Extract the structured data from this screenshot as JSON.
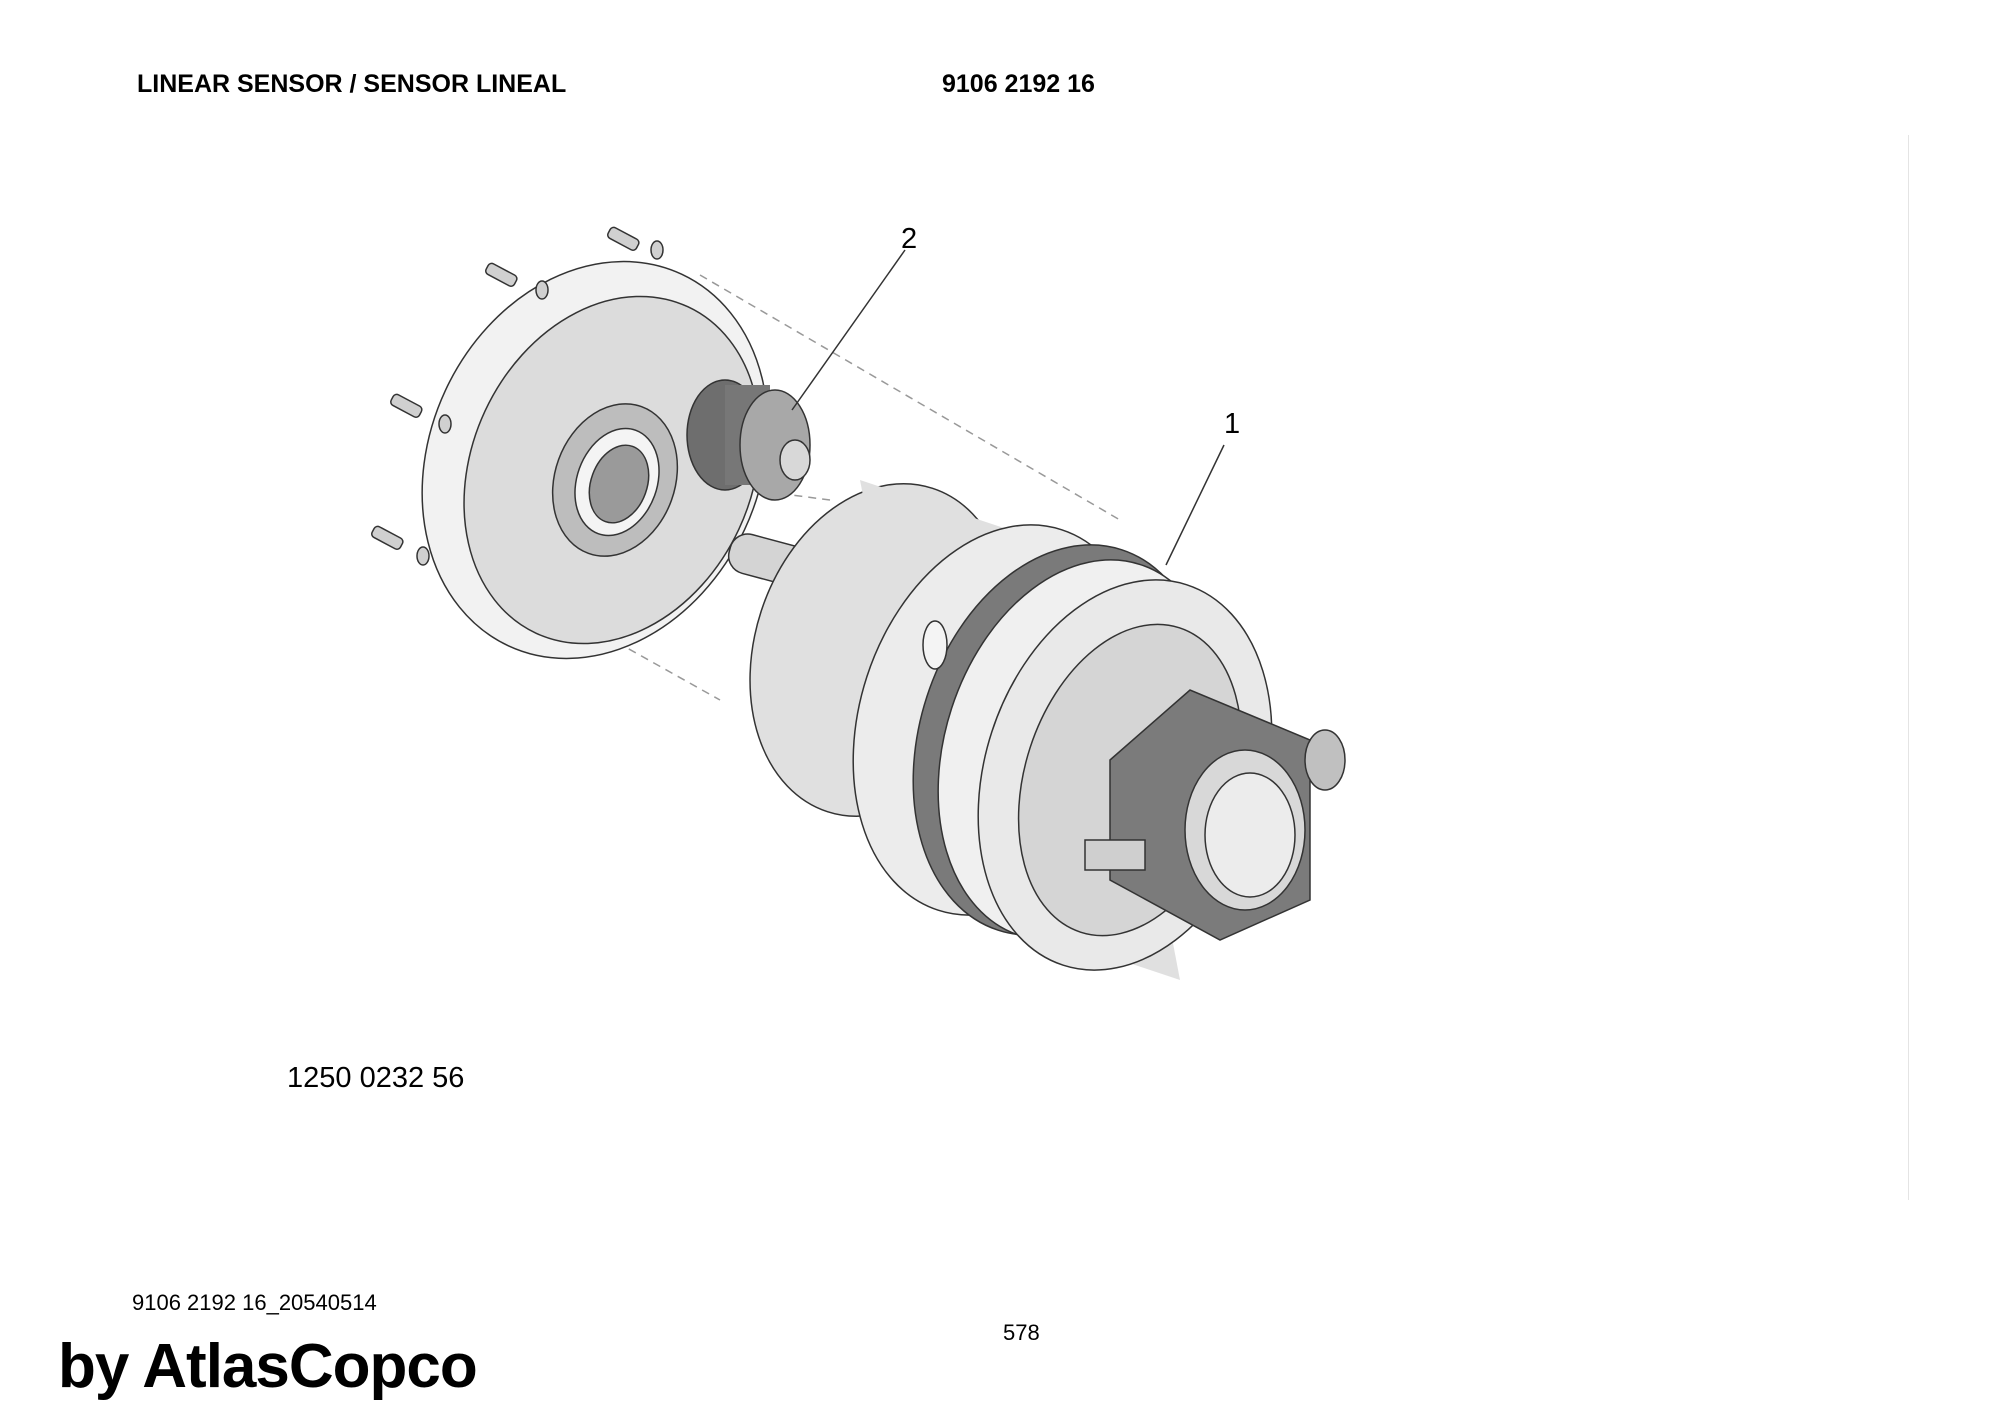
{
  "header": {
    "title": "LINEAR SENSOR / SENSOR LINEAL",
    "part_number": "9106 2192 16"
  },
  "drawing": {
    "callouts": [
      "1",
      "2"
    ],
    "drawing_number": "1250 0232 56"
  },
  "footer": {
    "document_code": "9106 2192 16_20540514",
    "page_number": "578",
    "watermark": "by AtlasCopco"
  }
}
